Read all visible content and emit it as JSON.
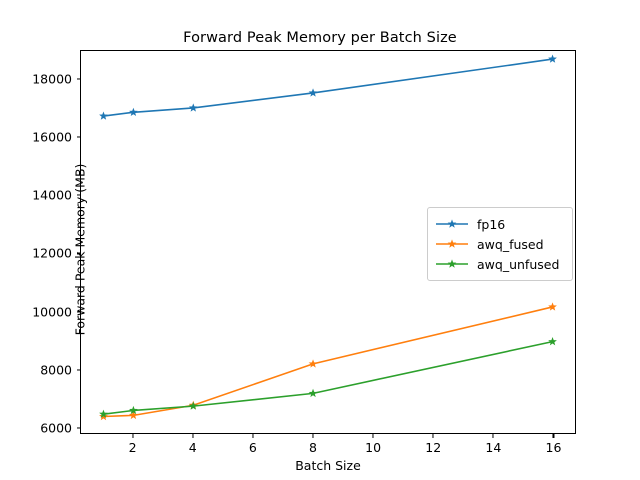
{
  "chart_data": {
    "type": "line",
    "title": "Forward Peak Memory per Batch Size",
    "xlabel": "Batch Size",
    "ylabel": "Forward Peak Memory (MB)",
    "x": [
      1,
      2,
      4,
      8,
      16
    ],
    "xlim": [
      0.25,
      16.75
    ],
    "ylim": [
      5790,
      19000
    ],
    "xticks": [
      2,
      4,
      6,
      8,
      10,
      12,
      14,
      16
    ],
    "yticks": [
      6000,
      8000,
      10000,
      12000,
      14000,
      16000,
      18000
    ],
    "grid": false,
    "legend_position": "center right",
    "marker": "star",
    "series": [
      {
        "name": "fp16",
        "color": "#1f77b4",
        "values": [
          16750,
          16880,
          17030,
          17550,
          18720
        ]
      },
      {
        "name": "awq_fused",
        "color": "#ff7f0e",
        "values": [
          6360,
          6400,
          6750,
          8180,
          10150
        ]
      },
      {
        "name": "awq_unfused",
        "color": "#2ca02c",
        "values": [
          6440,
          6570,
          6720,
          7160,
          8950
        ]
      }
    ]
  },
  "axis": {
    "y_tick_labels": [
      "6000",
      "8000",
      "10000",
      "12000",
      "14000",
      "16000",
      "18000"
    ],
    "x_tick_labels": [
      "2",
      "4",
      "6",
      "8",
      "10",
      "12",
      "14",
      "16"
    ]
  },
  "legend": {
    "items": [
      {
        "label": "fp16"
      },
      {
        "label": "awq_fused"
      },
      {
        "label": "awq_unfused"
      }
    ]
  }
}
